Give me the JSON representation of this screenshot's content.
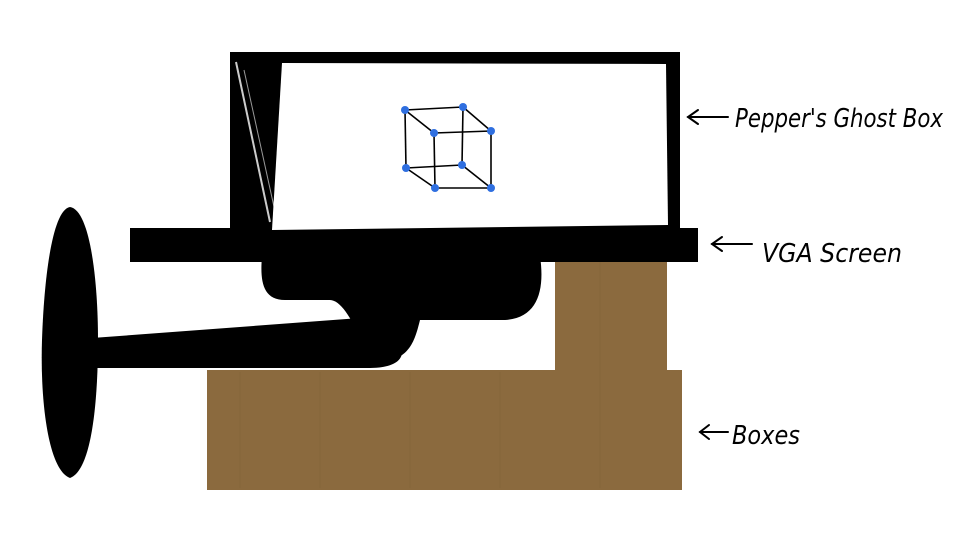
{
  "labels": {
    "ghost_box": "Pepper's Ghost Box",
    "vga_screen": "VGA Screen",
    "boxes": "Boxes"
  },
  "colors": {
    "outline": "#000000",
    "box_fill": "#8b6a3e",
    "vertex": "#2f6fe0",
    "background": "#ffffff"
  },
  "icons": {
    "arrow": "left-arrow-icon",
    "cube": "wireframe-cube-icon"
  }
}
